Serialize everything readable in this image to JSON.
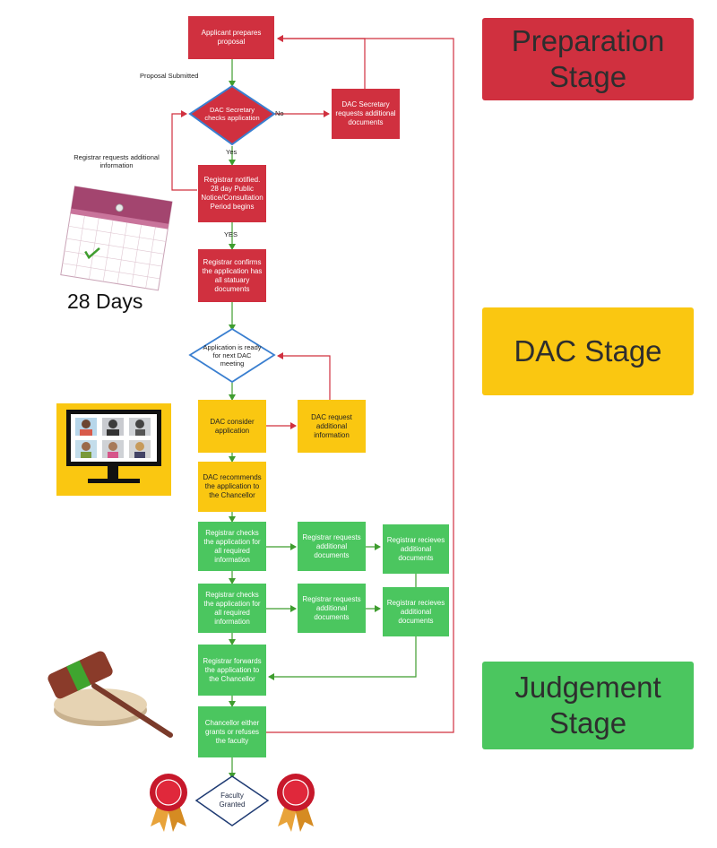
{
  "stages": {
    "preparation": "Preparation Stage",
    "dac": "DAC Stage",
    "judgement": "Judgement Stage"
  },
  "nodes": {
    "applicant_prepares": "Applicant prepares proposal",
    "dac_secretary_checks": "DAC Secretary checks application",
    "dac_secretary_requests": "DAC Secretary requests additional documents",
    "registrar_notified": "Registrar notified. 28 day Public Notice/Consultation Period begins",
    "registrar_confirms": "Registrar confirms the application has all statuary documents",
    "application_ready": "Application is ready for next DAC meeting",
    "dac_consider": "DAC consider application",
    "dac_request": "DAC request additional information",
    "dac_recommends": "DAC recommends the application to the Chancellor",
    "registrar_checks_1": "Registrar checks the application for all required information",
    "registrar_requests_1": "Registrar requests additional documents",
    "registrar_recieves_1": "Registrar recieves additional documents",
    "registrar_checks_2": "Registrar checks the application for all required information",
    "registrar_requests_2": "Registrar requests additional documents",
    "registrar_recieves_2": "Registrar recieves additional documents",
    "registrar_forwards": "Registrar forwards the application to the Chancellor",
    "chancellor_decides": "Chancellor either grants or refuses the faculty",
    "faculty_granted": "Faculty Granted"
  },
  "edge_labels": {
    "proposal_submitted": "Proposal Submitted",
    "no": "No",
    "yes": "Yes",
    "yes_caps": "YES",
    "registrar_requests_info": "Registrar requests additional information"
  },
  "illustrations": {
    "days_caption": "28 Days",
    "calendar": "calendar-icon",
    "video_meeting": "video-meeting-icon",
    "gavel": "gavel-icon",
    "rosette": "rosette-icon"
  },
  "colors": {
    "red": "#d0303f",
    "yellow": "#fac711",
    "green": "#4bc65f",
    "diamond_outline_blue": "#3a7fd0",
    "arrow_red": "#d0303f",
    "arrow_green": "#3f9d2f"
  }
}
